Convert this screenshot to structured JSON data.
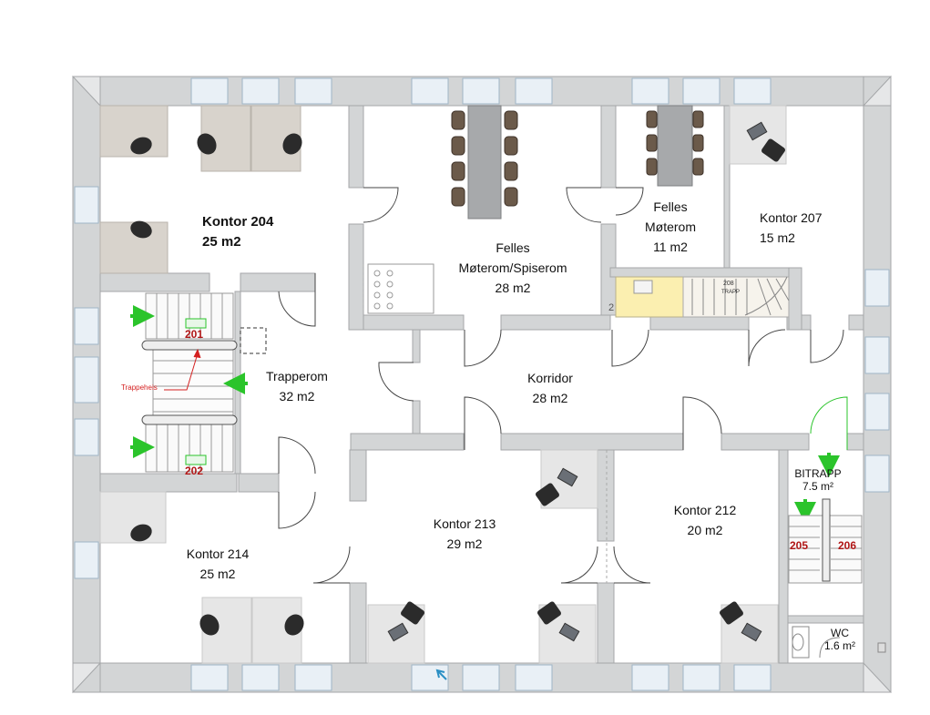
{
  "rooms": {
    "kontor204": {
      "name": "Kontor 204",
      "area": "25 m2"
    },
    "moterom_spiserom": {
      "name1": "Felles",
      "name2": "Møterom/Spiserom",
      "area": "28 m2"
    },
    "moterom_small": {
      "name1": "Felles",
      "name2": "Møterom",
      "area": "11 m2"
    },
    "kontor207": {
      "name": "Kontor 207",
      "area": "15 m2"
    },
    "trapperom": {
      "name": "Trapperom",
      "area": "32 m2"
    },
    "korridor": {
      "name": "Korridor",
      "area": "28 m2"
    },
    "kontor213": {
      "name": "Kontor 213",
      "area": "29 m2"
    },
    "kontor212": {
      "name": "Kontor 212",
      "area": "20 m2"
    },
    "kontor214": {
      "name": "Kontor 214",
      "area": "25 m2"
    },
    "bitrapp": {
      "name": "BITRAPP",
      "area": "7.5 m²"
    },
    "wc": {
      "name": "WC",
      "area": "1.6 m²"
    }
  },
  "stairs": {
    "s201": "201",
    "s202": "202",
    "s205": "205",
    "s206": "206",
    "trappeheis": "Trappeheis",
    "s208": "208",
    "trapp": "TRAPP",
    "marker_2": "2"
  },
  "colors": {
    "wall": "#d3d5d6",
    "wall_edge": "#9a9c9e",
    "window": "#dfe9f2",
    "desk": "#d8d3cc",
    "chair": "#2b2b2b",
    "arrow_green": "#2bc42b",
    "stair_red": "#b01515",
    "table": "#a7a9ab",
    "chair_brown": "#6b5a4a",
    "kitchen_yellow": "#fbefb0"
  }
}
